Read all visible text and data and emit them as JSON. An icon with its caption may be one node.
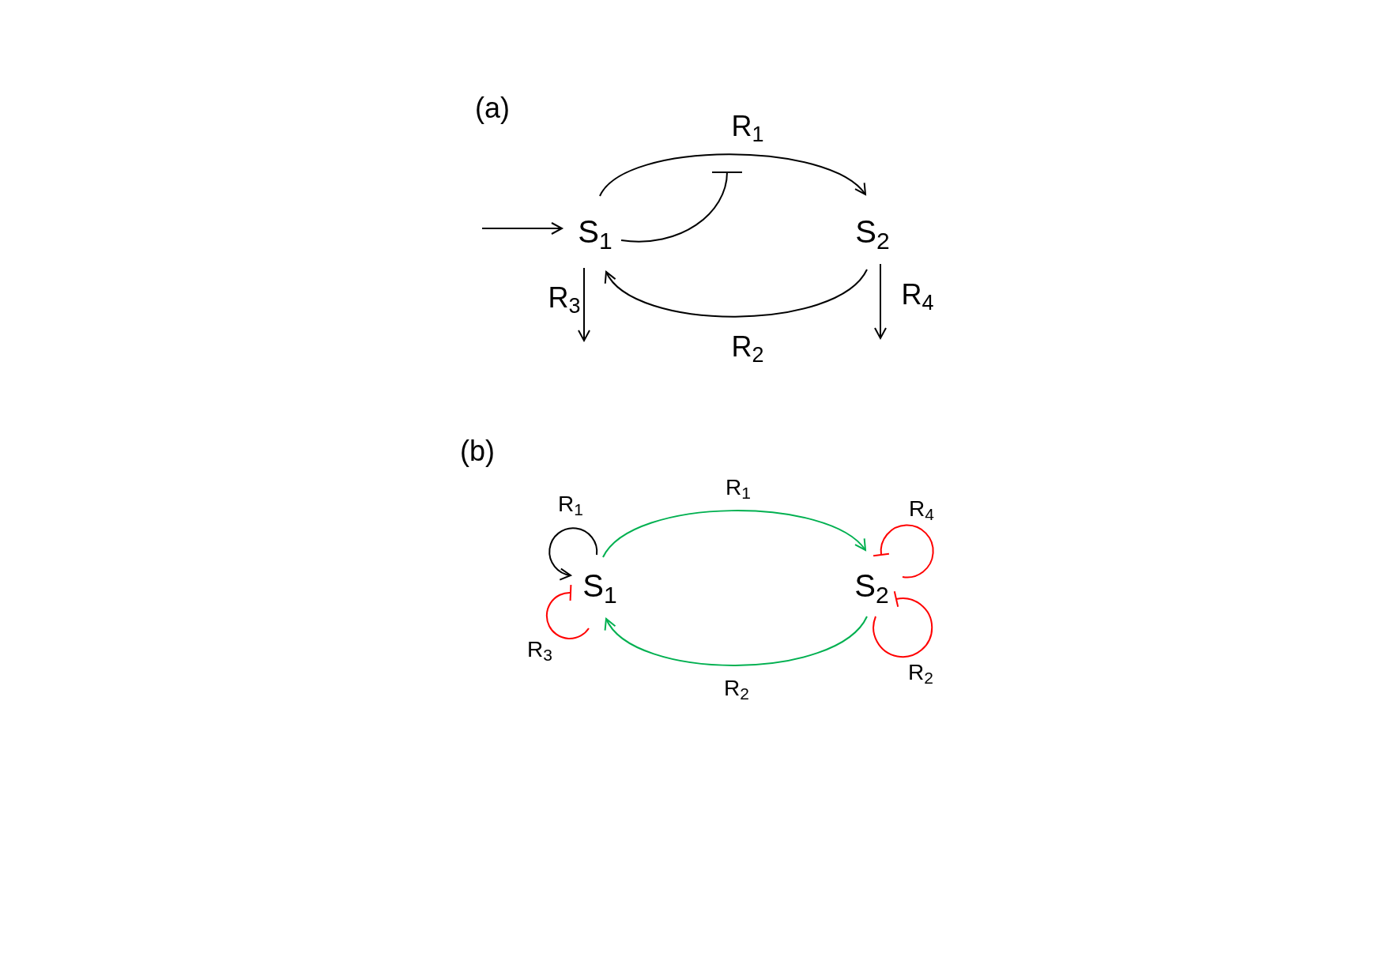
{
  "diagram": {
    "nodes": [
      {
        "text": [
          "S$_{1}$"
        ]
      },
      {
        "text": [
          "S$_{2}$"
        ]
      },
      {
        "text": [
          "S$_{1}$"
        ]
      },
      {
        "text": [
          "S$_{2}$"
        ]
      }
    ],
    "edges": [
      {
        "from": null,
        "to": 0,
        "arrow": "to"
      },
      {
        "from": 0,
        "to": 1,
        "arrow": "to",
        "label": "R$_{1}$"
      },
      {
        "from": 0,
        "to": null,
        "arrow": "other"
      },
      {
        "from": 1,
        "to": 0,
        "arrow": "to",
        "label": "R$_{2}$"
      },
      {
        "from": 0,
        "to": null,
        "arrow": "to",
        "label": "R$_{3}$"
      },
      {
        "from": 1,
        "to": null,
        "arrow": "to",
        "label": "R$_{4}$"
      },
      {
        "from": 2,
        "to": 3,
        "arrow": "to",
        "label": "R$_{1}$",
        "color": "#00b050"
      },
      {
        "from": 3,
        "to": 2,
        "arrow": "to",
        "label": "R$_{2}$",
        "color": "#00b050"
      },
      {
        "from": 2,
        "to": 2,
        "arrow": "to",
        "label": "R$_{1}$"
      },
      {
        "from": 2,
        "to": 2,
        "arrow": "other",
        "label": "R$_{3}$",
        "color": "#ff0000"
      },
      {
        "from": 3,
        "to": 3,
        "arrow": "other",
        "label": "R$_{4}$",
        "color": "#ff0000"
      },
      {
        "from": 3,
        "to": 3,
        "arrow": "other",
        "label": "R$_{2}$",
        "color": "#ff0000"
      }
    ],
    "labels": [
      "(a)",
      "(b)"
    ]
  }
}
